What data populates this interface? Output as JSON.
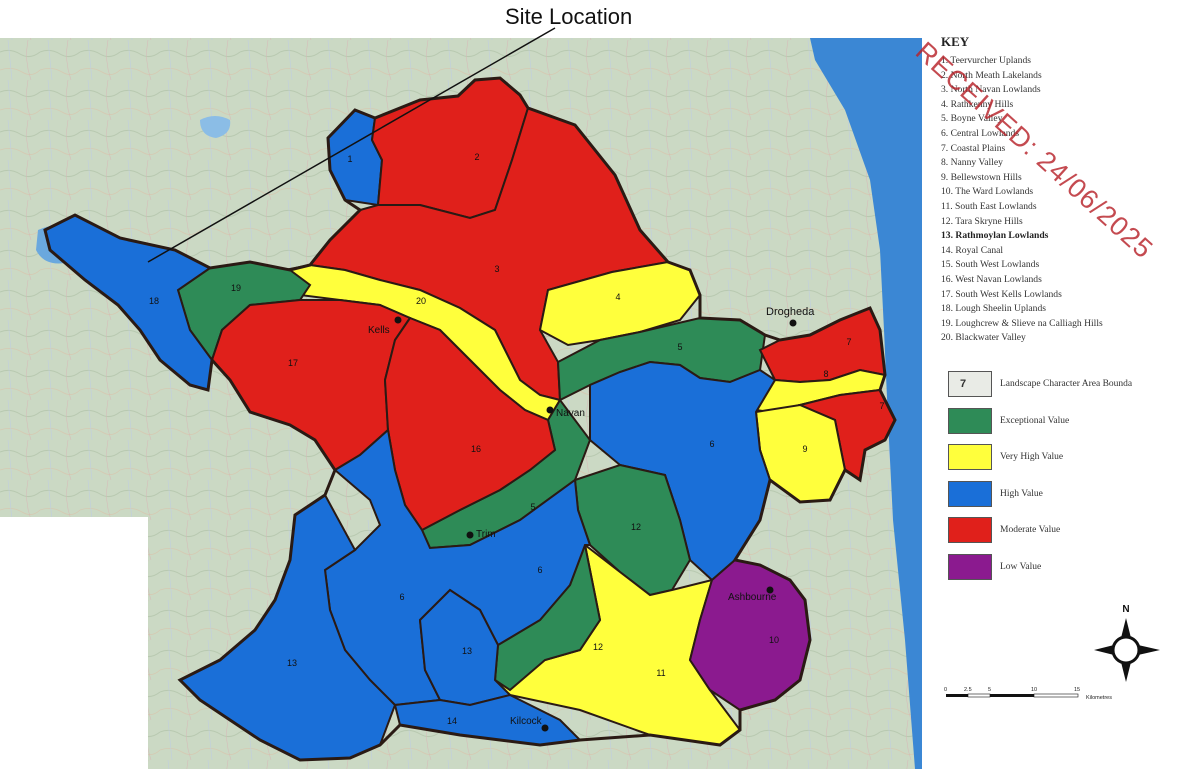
{
  "annotation": {
    "site_location": "Site Location"
  },
  "key": {
    "title": "KEY",
    "items": [
      "1.  Teervurcher Uplands",
      "2.  North Meath Lakelands",
      "3.  North Navan Lowlands",
      "4.  Rathkenny Hills",
      "5.  Boyne Valley",
      "6.  Central Lowlands",
      "7.  Coastal Plains",
      "8.  Nanny Valley",
      "9.  Bellewstown Hills",
      "10.  The Ward Lowlands",
      "11.  South East Lowlands",
      "12.  Tara Skryne Hills",
      "13.  Rathmoylan Lowlands",
      "14.  Royal Canal",
      "15.  South West Lowlands",
      "16.  West Navan Lowlands",
      "17.  South West Kells Lowlands",
      "18.  Lough Sheelin Uplands",
      "19.  Loughcrew & Slieve na Calliagh Hills",
      "20.  Blackwater Valley"
    ]
  },
  "legend": {
    "boundary_label": "Landscape Character Area Bounda",
    "boundary_swatch_text": "7",
    "values": [
      {
        "label": "Exceptional Value",
        "color": "#2e8b57"
      },
      {
        "label": "Very High Value",
        "color": "#ffff3c"
      },
      {
        "label": "High Value",
        "color": "#1a6fd8"
      },
      {
        "label": "Moderate Value",
        "color": "#e0201b"
      },
      {
        "label": "Low Value",
        "color": "#8b1a8f"
      }
    ]
  },
  "towns": [
    "Drogheda",
    "Kells",
    "Navan",
    "Trim",
    "Ashbourne",
    "Kilcock"
  ],
  "regions": [
    {
      "number": "1",
      "value": "High Value"
    },
    {
      "number": "2",
      "value": "Moderate Value"
    },
    {
      "number": "3",
      "value": "Moderate Value"
    },
    {
      "number": "4",
      "value": "Very High Value"
    },
    {
      "number": "5",
      "value": "Exceptional Value"
    },
    {
      "number": "5",
      "value": "Exceptional Value"
    },
    {
      "number": "6",
      "value": "High Value"
    },
    {
      "number": "6",
      "value": "High Value"
    },
    {
      "number": "6",
      "value": "High Value"
    },
    {
      "number": "7",
      "value": "Moderate Value"
    },
    {
      "number": "7",
      "value": "Moderate Value"
    },
    {
      "number": "8",
      "value": "Very High Value"
    },
    {
      "number": "9",
      "value": "Very High Value"
    },
    {
      "number": "10",
      "value": "Low Value"
    },
    {
      "number": "11",
      "value": "Very High Value"
    },
    {
      "number": "12",
      "value": "Exceptional Value"
    },
    {
      "number": "12",
      "value": "Exceptional Value"
    },
    {
      "number": "13",
      "value": "High Value"
    },
    {
      "number": "13",
      "value": "High Value"
    },
    {
      "number": "14",
      "value": "High Value"
    },
    {
      "number": "16",
      "value": "Moderate Value"
    },
    {
      "number": "17",
      "value": "Moderate Value"
    },
    {
      "number": "18",
      "value": "High Value"
    },
    {
      "number": "19",
      "value": "Exceptional Value"
    },
    {
      "number": "20",
      "value": "Very High Value"
    }
  ],
  "compass": {
    "north": "N"
  },
  "scale_bar": {
    "labels": [
      "0",
      "2.5",
      "5",
      "10",
      "15"
    ],
    "unit": "Kilometres"
  },
  "stamp": "RECEIVED: 24/06/2025",
  "colors": {
    "sea": "#3b87d4",
    "background_map": "#c9d8c2",
    "boundary": "#2a1a14"
  }
}
